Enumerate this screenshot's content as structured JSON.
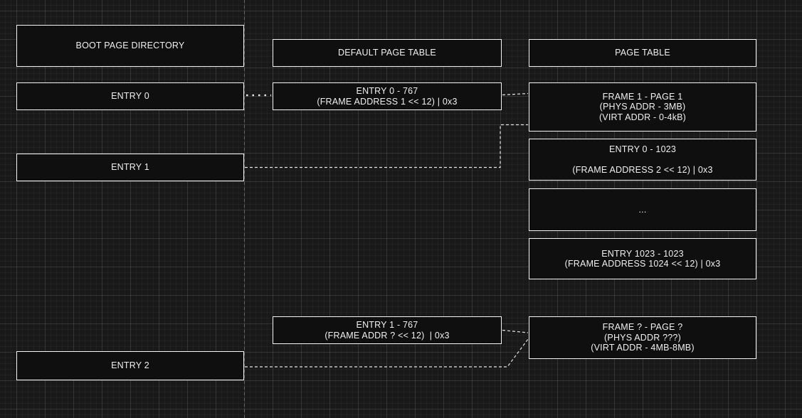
{
  "canvas": {
    "background_color": "#191919",
    "box_fill_color": "#0f0f0f",
    "box_border_color": "#f5f5f5",
    "text_color": "#f0f0f0",
    "connector_color": "#e6e6e6",
    "page_divider_color": "#6e6e6e"
  },
  "columns": {
    "boot_page_directory": {
      "title": "BOOT PAGE DIRECTORY",
      "entry0": "ENTRY 0",
      "entry1": "ENTRY 1",
      "entry2": "ENTRY 2"
    },
    "default_page_table": {
      "title": "DEFAULT PAGE TABLE",
      "entry_0_767": "ENTRY 0 - 767\n(FRAME ADDRESS 1 << 12) | 0x3",
      "entry_1_767": "ENTRY 1 - 767\n(FRAME ADDR ? << 12)  | 0x3"
    },
    "page_table": {
      "title": "PAGE TABLE",
      "frame_1": "FRAME 1 - PAGE 1\n(PHYS ADDR - 3MB)\n(VIRT ADDR - 0-4kB)",
      "entry_0_1023": "ENTRY 0 - 1023\n\n(FRAME ADDRESS 2 << 12) | 0x3",
      "ellipsis": "...",
      "entry_1023_1023": "ENTRY 1023 - 1023\n(FRAME ADDRESS 1024 << 12) | 0x3",
      "frame_unknown": "FRAME ? - PAGE ?\n(PHYS ADDR ???)\n(VIRT ADDR - 4MB-8MB)"
    }
  }
}
